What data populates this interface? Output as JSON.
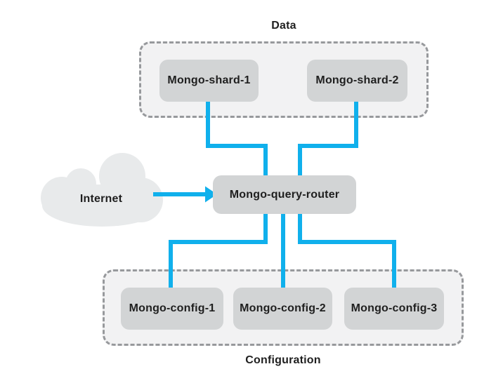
{
  "groups": {
    "data": {
      "label": "Data"
    },
    "configuration": {
      "label": "Configuration"
    }
  },
  "nodes": {
    "shard1": {
      "label": "Mongo-shard-1"
    },
    "shard2": {
      "label": "Mongo-shard-2"
    },
    "router": {
      "label": "Mongo-query-router"
    },
    "config1": {
      "label": "Mongo-config-1"
    },
    "config2": {
      "label": "Mongo-config-2"
    },
    "config3": {
      "label": "Mongo-config-3"
    }
  },
  "cloud": {
    "label": "Internet"
  },
  "connections": [
    {
      "from": "Internet",
      "to": "Mongo-query-router",
      "arrow": true
    },
    {
      "from": "Mongo-shard-1",
      "to": "Mongo-query-router",
      "arrow": false
    },
    {
      "from": "Mongo-shard-2",
      "to": "Mongo-query-router",
      "arrow": false
    },
    {
      "from": "Mongo-query-router",
      "to": "Mongo-config-1",
      "arrow": false
    },
    {
      "from": "Mongo-query-router",
      "to": "Mongo-config-2",
      "arrow": false
    },
    {
      "from": "Mongo-query-router",
      "to": "Mongo-config-3",
      "arrow": false
    }
  ],
  "colors": {
    "background": "#ffffff",
    "connector": "#10b0ec",
    "node_fill": "#d2d4d5",
    "group_fill": "#f2f2f3",
    "group_border": "#97999c",
    "cloud_fill": "#e8eaeb",
    "text": "#1f1f1f"
  }
}
